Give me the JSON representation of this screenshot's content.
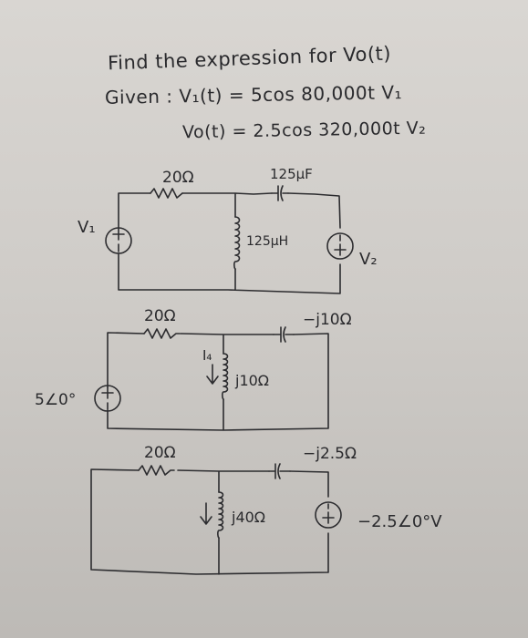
{
  "problem": {
    "line1": "Find the expression for Vo(t)",
    "line2": "Given : V₁(t) = 5cos 80,000t V₁",
    "line3": "Vo(t) = 2.5cos 320,000t V₂"
  },
  "circuit1": {
    "r_label": "20Ω",
    "c_label": "125μF",
    "l_label": "125μH",
    "v1_label": "V₁",
    "v2_label": "V₂",
    "src_plus": "+",
    "src_minus": "−"
  },
  "circuit2": {
    "r_label": "20Ω",
    "c_label": "−j10Ω",
    "l_label": "j10Ω",
    "src_label": "5∠0°",
    "current_label": "I₄",
    "src_plus": "+",
    "src_minus": "−"
  },
  "circuit3": {
    "r_label": "20Ω",
    "c_label": "−j2.5Ω",
    "l_label": "j40Ω",
    "src_label": "−2.5∠0°V",
    "src_plus": "+",
    "src_minus": "−"
  }
}
